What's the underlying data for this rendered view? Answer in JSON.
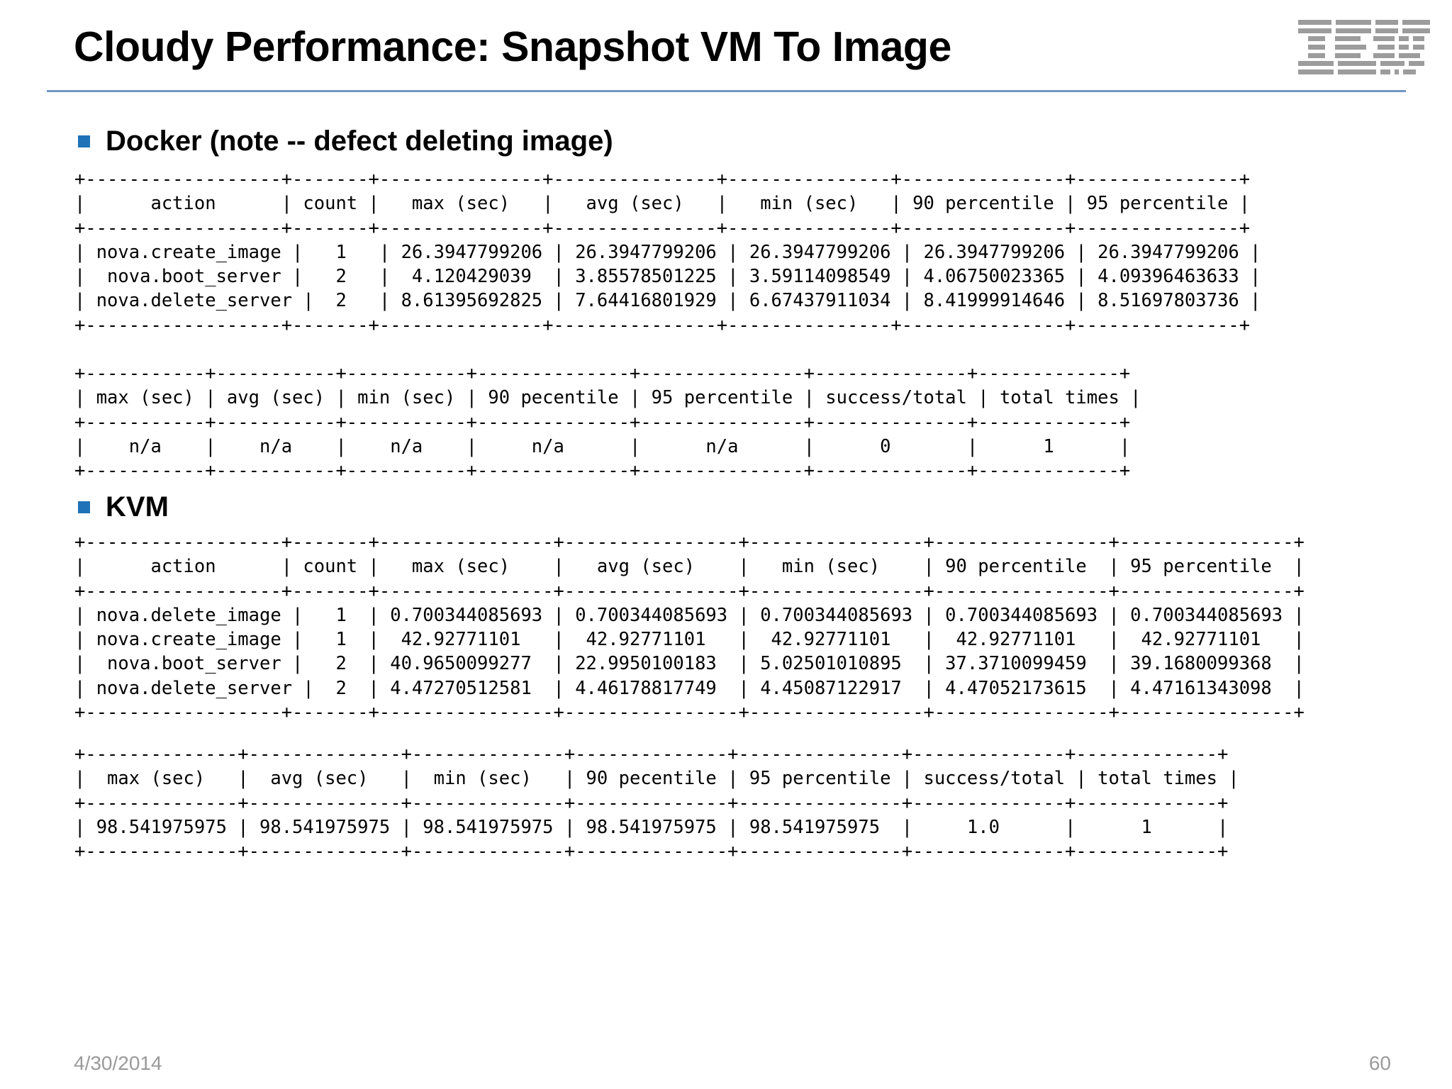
{
  "slide": {
    "title": "Cloudy Performance: Snapshot VM To Image",
    "logo_name": "ibm-logo",
    "accent_color": "#1f72b8",
    "rule_color": "#7196c4",
    "footer": {
      "date": "4/30/2014",
      "page_number": "60"
    }
  },
  "sections": [
    {
      "id": "docker",
      "bullet_label": "Docker (note -- defect deleting image)",
      "main_table": {
        "columns": [
          "action",
          "count",
          "max (sec)",
          "avg (sec)",
          "min (sec)",
          "90 percentile",
          "95 percentile"
        ],
        "rows": [
          [
            "nova.create_image",
            "1",
            "26.3947799206",
            "26.3947799206",
            "26.3947799206",
            "26.3947799206",
            "26.3947799206"
          ],
          [
            "nova.boot_server",
            "2",
            "4.120429039",
            "3.85578501225",
            "3.59114098549",
            "4.06750023365",
            "4.09396463633"
          ],
          [
            "nova.delete_server",
            "2",
            "8.61395692825",
            "7.64416801929",
            "6.67437911034",
            "8.41999914646",
            "8.51697803736"
          ]
        ],
        "ascii": "+------------------+-------+---------------+---------------+---------------+---------------+---------------+\n|      action      | count |   max (sec)   |   avg (sec)   |   min (sec)   | 90 percentile | 95 percentile |\n+------------------+-------+---------------+---------------+---------------+---------------+---------------+\n| nova.create_image |   1   | 26.3947799206 | 26.3947799206 | 26.3947799206 | 26.3947799206 | 26.3947799206 |\n|  nova.boot_server |   2   |  4.120429039  | 3.85578501225 | 3.59114098549 | 4.06750023365 | 4.09396463633 |\n| nova.delete_server |  2   | 8.61395692825 | 7.64416801929 | 6.67437911034 | 8.41999914646 | 8.51697803736 |\n+------------------+-------+---------------+---------------+---------------+---------------+---------------+"
      },
      "summary_table": {
        "columns": [
          "max (sec)",
          "avg (sec)",
          "min (sec)",
          "90 pecentile",
          "95 percentile",
          "success/total",
          "total times"
        ],
        "rows": [
          [
            "n/a",
            "n/a",
            "n/a",
            "n/a",
            "n/a",
            "0",
            "1"
          ]
        ],
        "ascii": "+-----------+-----------+-----------+--------------+---------------+--------------+-------------+\n| max (sec) | avg (sec) | min (sec) | 90 pecentile | 95 percentile | success/total | total times |\n+-----------+-----------+-----------+--------------+---------------+--------------+-------------+\n|    n/a    |    n/a    |    n/a    |     n/a      |      n/a      |      0       |      1      |\n+-----------+-----------+-----------+--------------+---------------+--------------+-------------+"
      }
    },
    {
      "id": "kvm",
      "bullet_label": "KVM",
      "main_table": {
        "columns": [
          "action",
          "count",
          "max (sec)",
          "avg (sec)",
          "min (sec)",
          "90 percentile",
          "95 percentile"
        ],
        "rows": [
          [
            "nova.delete_image",
            "1",
            "0.700344085693",
            "0.700344085693",
            "0.700344085693",
            "0.700344085693",
            "0.700344085693"
          ],
          [
            "nova.create_image",
            "1",
            "42.92771101",
            "42.92771101",
            "42.92771101",
            "42.92771101",
            "42.92771101"
          ],
          [
            "nova.boot_server",
            "2",
            "40.9650099277",
            "22.9950100183",
            "5.02501010895",
            "37.3710099459",
            "39.1680099368"
          ],
          [
            "nova.delete_server",
            "2",
            "4.47270512581",
            "4.46178817749",
            "4.45087122917",
            "4.47052173615",
            "4.47161343098"
          ]
        ],
        "ascii": "+------------------+-------+----------------+----------------+----------------+----------------+----------------+\n|      action      | count |   max (sec)    |   avg (sec)    |   min (sec)    | 90 percentile  | 95 percentile  |\n+------------------+-------+----------------+----------------+----------------+----------------+----------------+\n| nova.delete_image |   1  | 0.700344085693 | 0.700344085693 | 0.700344085693 | 0.700344085693 | 0.700344085693 |\n| nova.create_image |   1  |  42.92771101   |  42.92771101   |  42.92771101   |  42.92771101   |  42.92771101   |\n|  nova.boot_server |   2  | 40.9650099277  | 22.9950100183  | 5.02501010895  | 37.3710099459  | 39.1680099368  |\n| nova.delete_server |  2  | 4.47270512581  | 4.46178817749  | 4.45087122917  | 4.47052173615  | 4.47161343098  |\n+------------------+-------+----------------+----------------+----------------+----------------+----------------+"
      },
      "summary_table": {
        "columns": [
          "max (sec)",
          "avg (sec)",
          "min (sec)",
          "90 pecentile",
          "95 percentile",
          "success/total",
          "total times"
        ],
        "rows": [
          [
            "98.541975975",
            "98.541975975",
            "98.541975975",
            "98.541975975",
            "98.541975975",
            "1.0",
            "1"
          ]
        ],
        "ascii": "+--------------+--------------+--------------+--------------+---------------+--------------+-------------+\n|  max (sec)   |  avg (sec)   |  min (sec)   | 90 pecentile | 95 percentile | success/total | total times |\n+--------------+--------------+--------------+--------------+---------------+--------------+-------------+\n| 98.541975975 | 98.541975975 | 98.541975975 | 98.541975975 | 98.541975975  |     1.0      |      1      |\n+--------------+--------------+--------------+--------------+---------------+--------------+-------------+"
      }
    }
  ]
}
